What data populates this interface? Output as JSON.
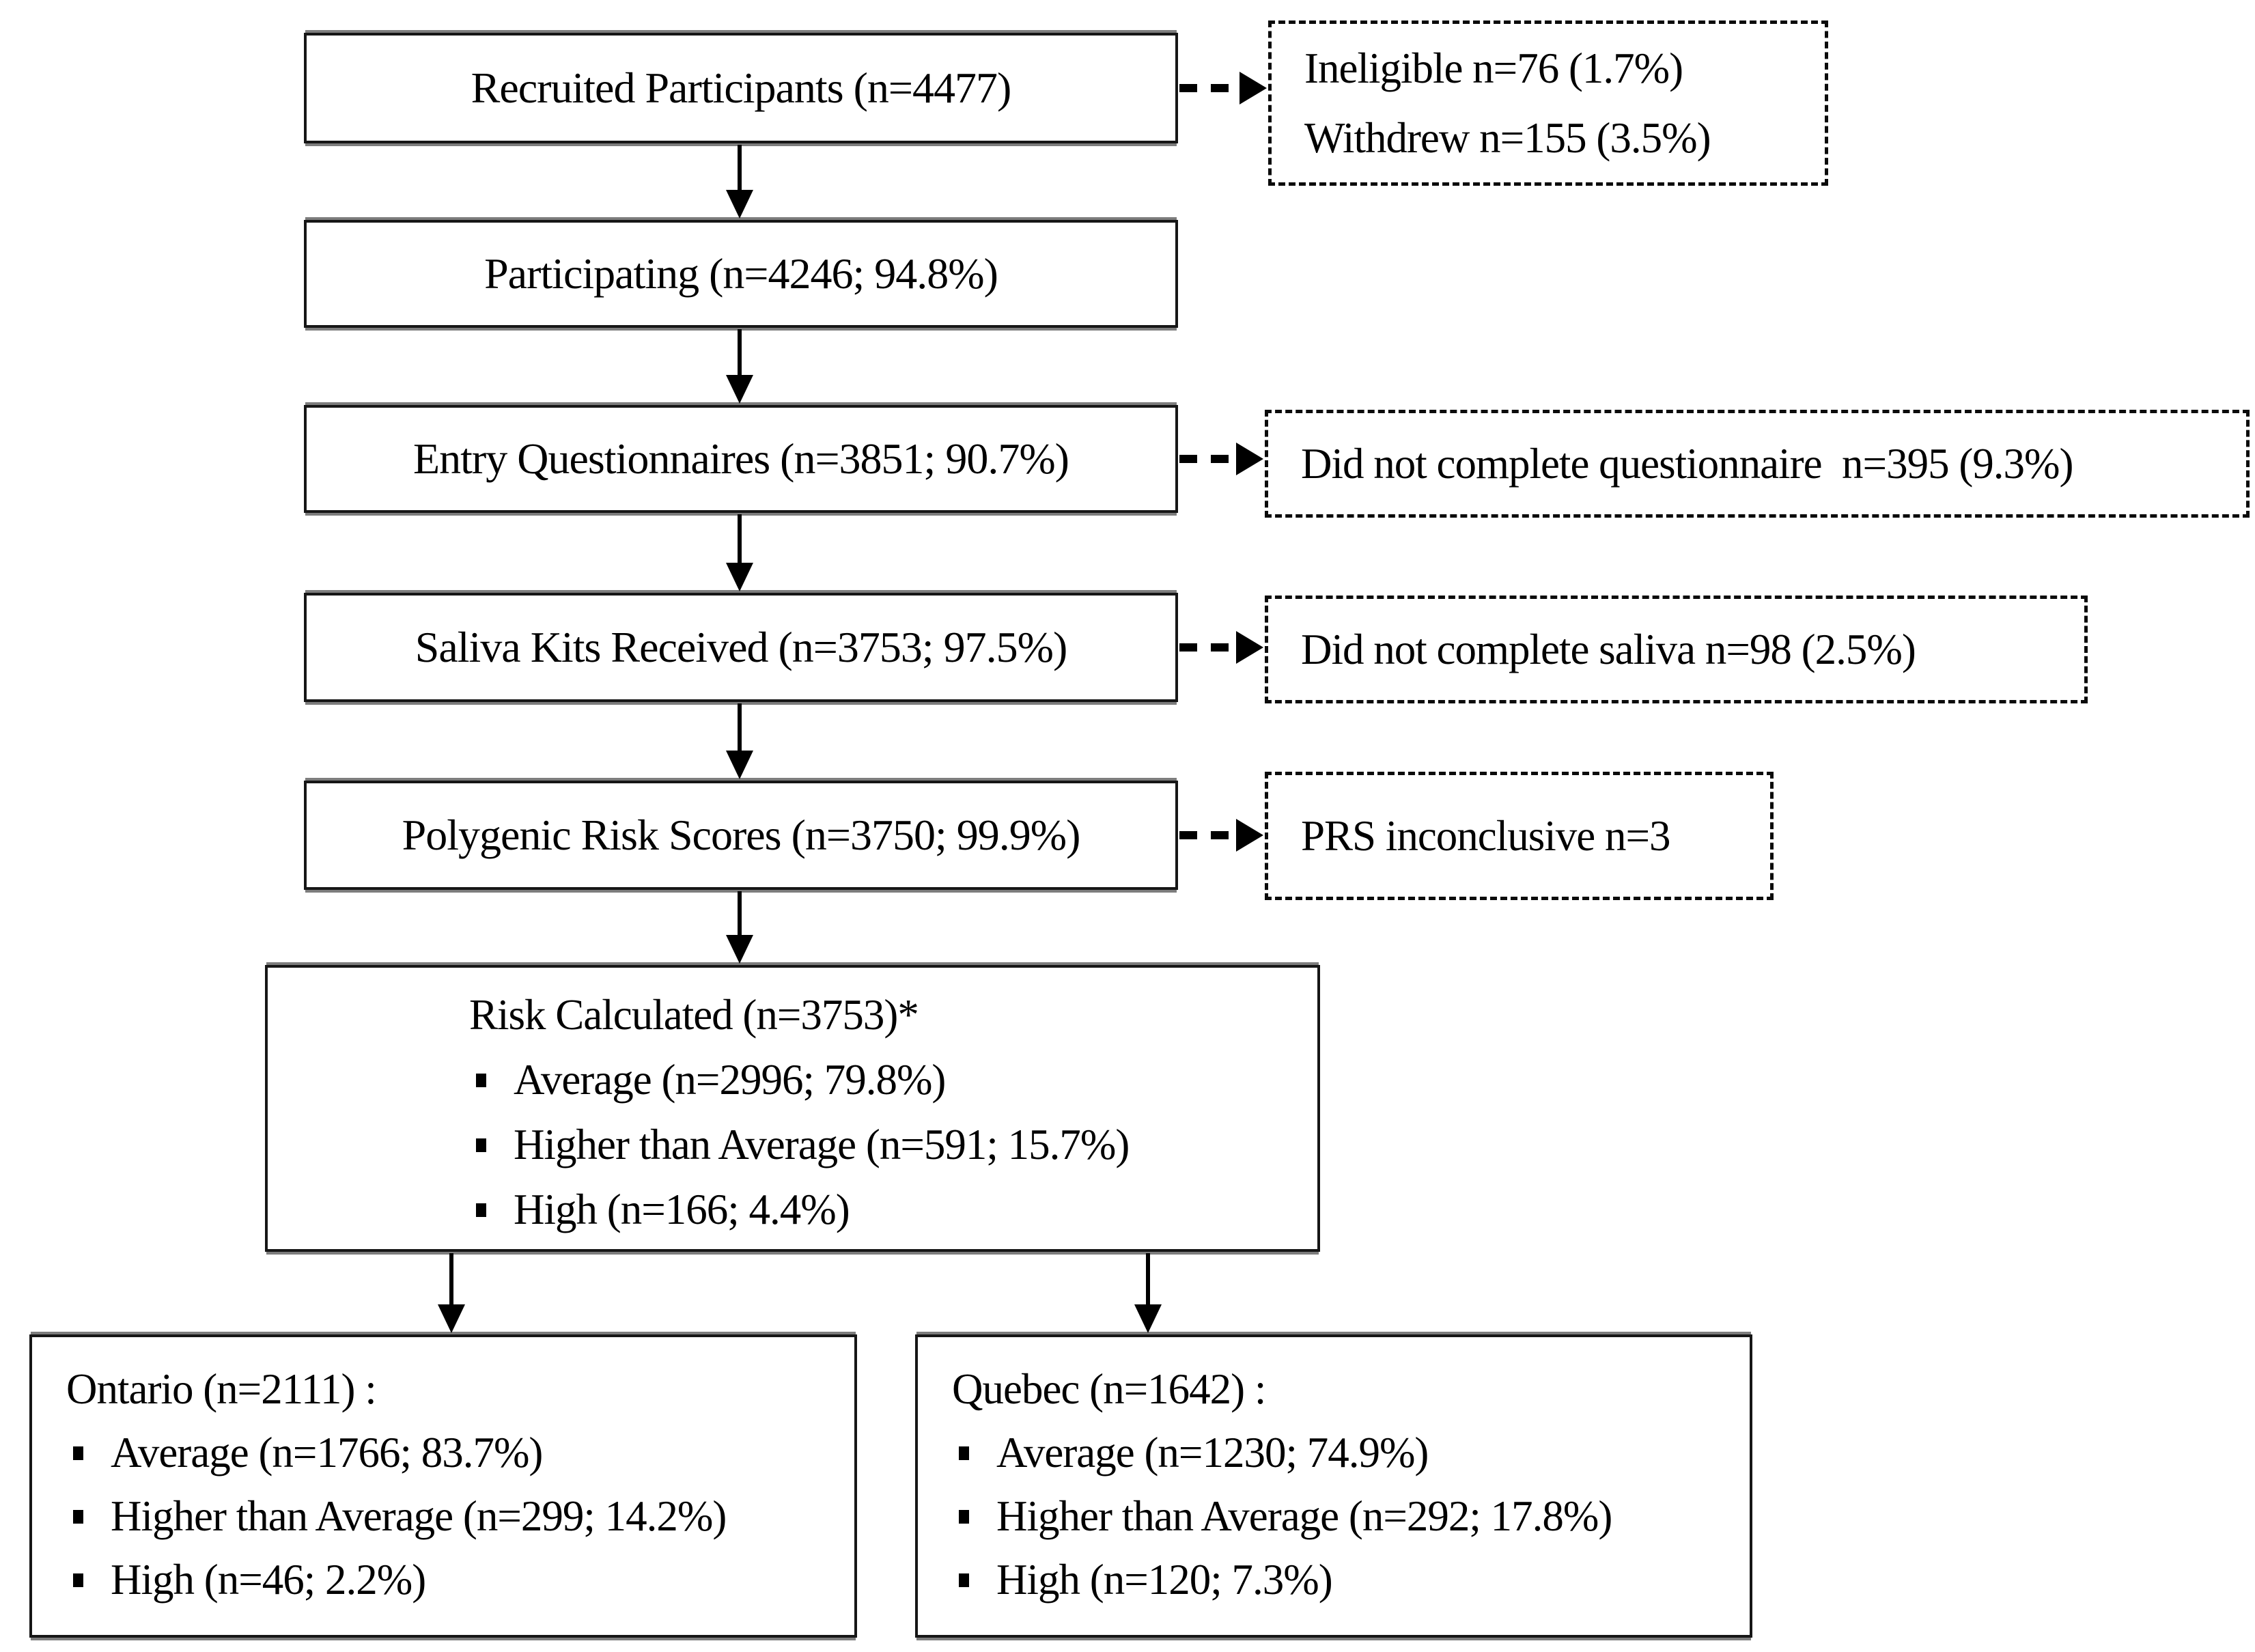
{
  "flow": {
    "main_boxes": [
      {
        "label": "Recruited Participants (n=4477)"
      },
      {
        "label": "Participating (n=4246; 94.8%)"
      },
      {
        "label": "Entry Questionnaires (n=3851; 90.7%)"
      },
      {
        "label": "Saliva Kits Received (n=3753; 97.5%)"
      },
      {
        "label": "Polygenic Risk Scores (n=3750; 99.9%)"
      }
    ],
    "exclusion_boxes": [
      {
        "lines": [
          "Ineligible n=76 (1.7%)",
          "Withdrew n=155 (3.5%)"
        ]
      },
      {
        "lines": [
          "Did not complete questionnaire  n=395 (9.3%)"
        ]
      },
      {
        "lines": [
          "Did not complete saliva n=98 (2.5%)"
        ]
      },
      {
        "lines": [
          "PRS inconclusive n=3"
        ]
      }
    ],
    "risk_calculated": {
      "title": "Risk Calculated (n=3753)*",
      "items": [
        "Average (n=2996; 79.8%)",
        "Higher than Average (n=591; 15.7%)",
        "High (n=166; 4.4%)"
      ]
    },
    "ontario": {
      "title": "Ontario (n=2111) :",
      "items": [
        "Average (n=1766; 83.7%)",
        "Higher than Average (n=299; 14.2%)",
        "High (n=46; 2.2%)"
      ]
    },
    "quebec": {
      "title": "Quebec (n=1642) :",
      "items": [
        "Average (n=1230; 74.9%)",
        "Higher than Average (n=292; 17.8%)",
        "High (n=120; 7.3%)"
      ]
    },
    "colors": {
      "text": "#000000",
      "border": "#161616",
      "background": "#ffffff"
    }
  }
}
